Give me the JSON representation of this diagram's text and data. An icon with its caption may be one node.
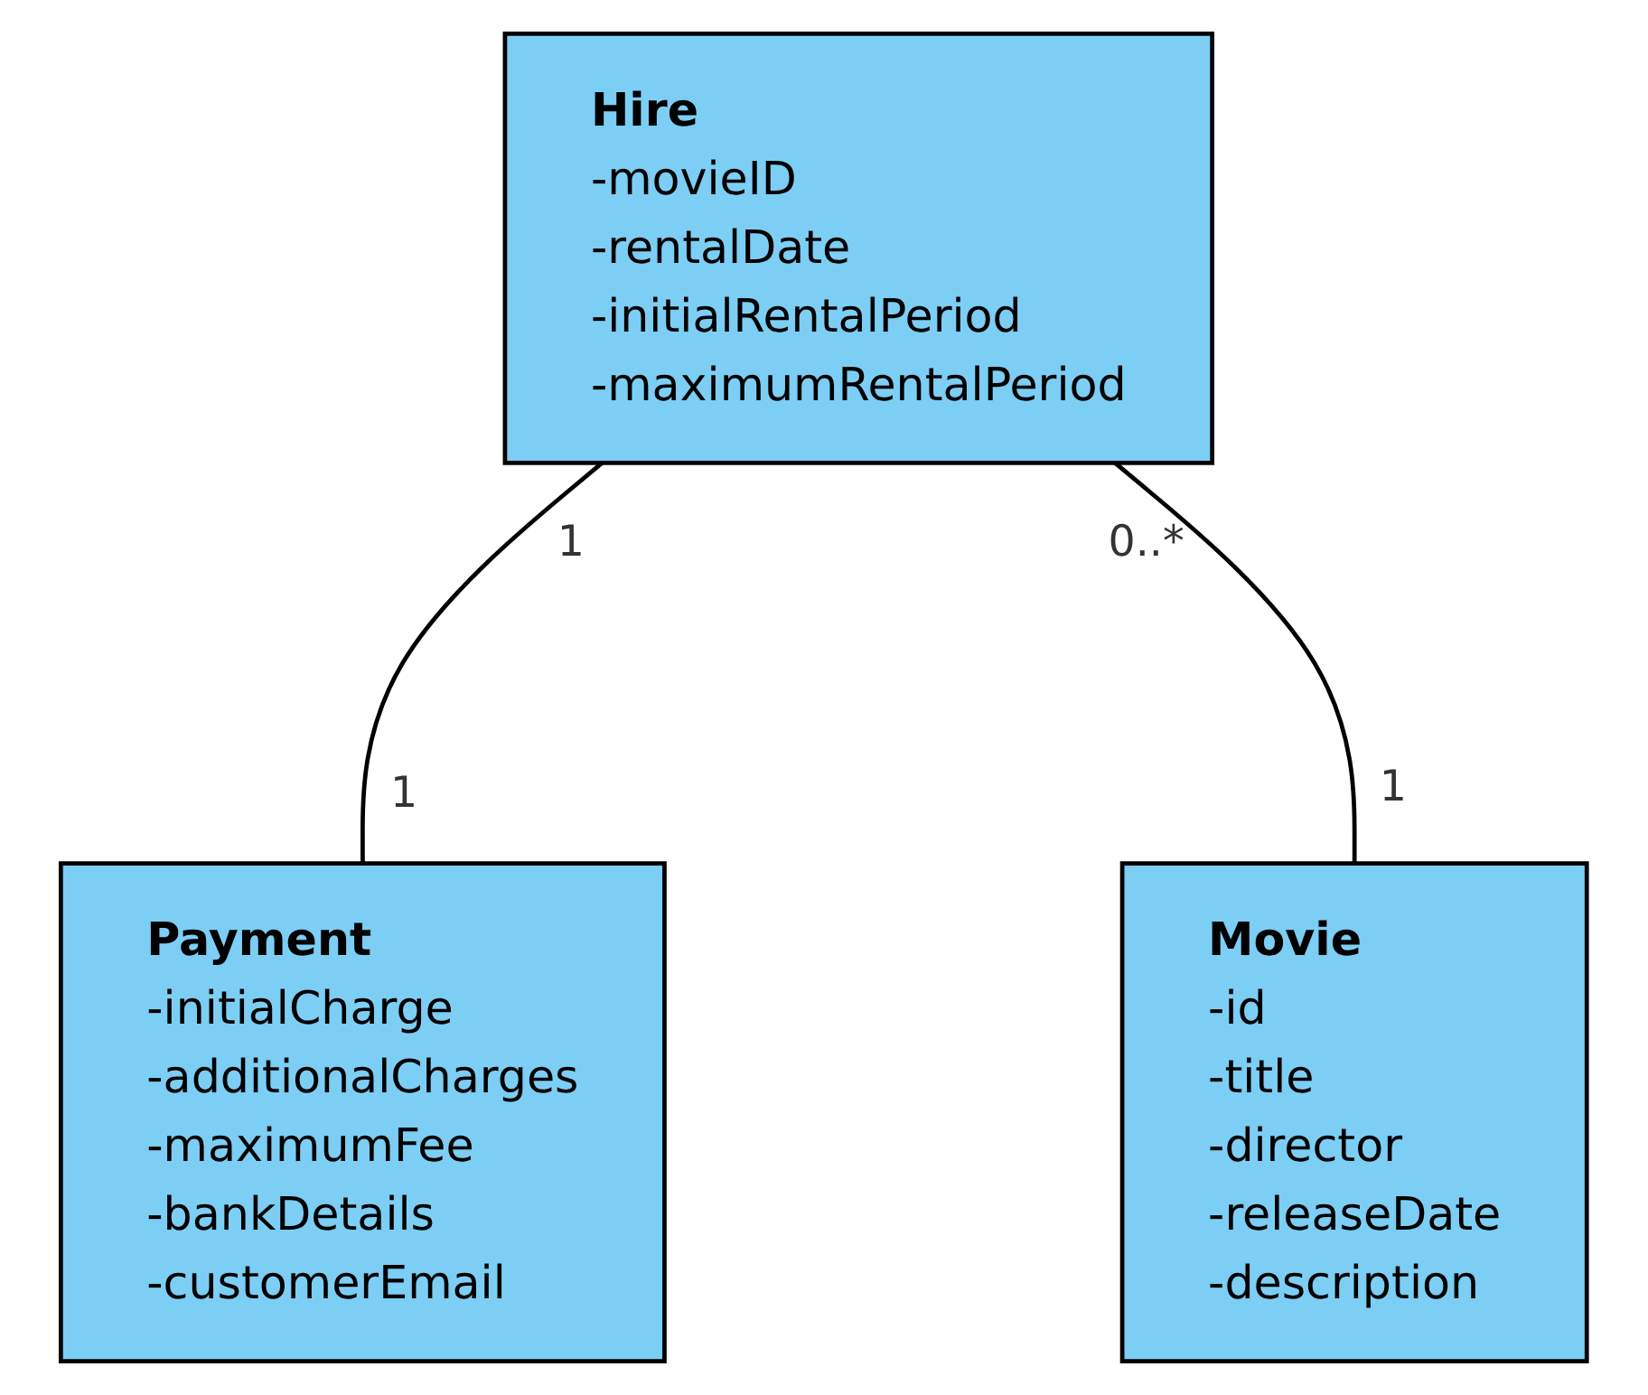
{
  "diagram": {
    "nodes": [
      {
        "text": [
          "Hire",
          "-movieID",
          "-rentalDate",
          "-initialRentalPeriod",
          "-maximumRentalPeriod"
        ]
      },
      {
        "text": [
          "Payment",
          "-initialCharge",
          "-additionalCharges",
          "-maximumFee",
          "-bankDetails",
          "-customerEmail"
        ]
      },
      {
        "text": [
          "Movie",
          "-id",
          "-title",
          "-director",
          "-releaseDate",
          "-description"
        ]
      }
    ],
    "edges": [
      {
        "from": 0,
        "to": 1,
        "arrow": "none"
      },
      {
        "from": 0,
        "to": 2,
        "arrow": "none"
      }
    ],
    "labels": [
      "1",
      "1",
      "0..*",
      "1"
    ]
  }
}
